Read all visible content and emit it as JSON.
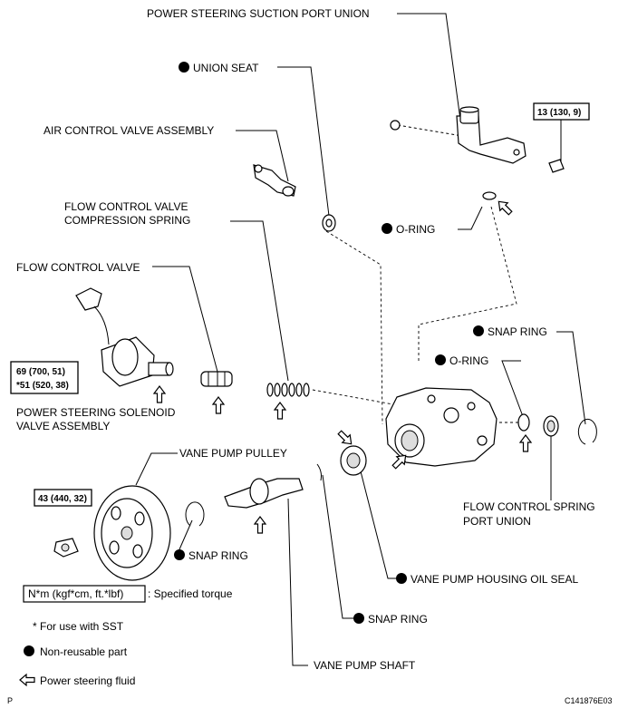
{
  "labels": {
    "suction_port_union": "POWER STEERING SUCTION PORT UNION",
    "union_seat": "UNION SEAT",
    "air_control_valve": "AIR CONTROL VALVE ASSEMBLY",
    "flow_spring_1": "FLOW CONTROL VALVE",
    "flow_spring_2": "COMPRESSION SPRING",
    "o_ring_top": "O-RING",
    "flow_control_valve": "FLOW CONTROL VALVE",
    "snap_ring_right": "SNAP RING",
    "o_ring_mid": "O-RING",
    "solenoid_1": "POWER STEERING SOLENOID",
    "solenoid_2": "VALVE ASSEMBLY",
    "vane_pump_pulley": "VANE PUMP PULLEY",
    "spring_port_union_1": "FLOW CONTROL SPRING",
    "spring_port_union_2": "PORT UNION",
    "snap_ring_pulley": "SNAP RING",
    "housing_oil_seal": "VANE PUMP HOUSING OIL SEAL",
    "snap_ring_shaft": "SNAP RING",
    "vane_pump_shaft": "VANE PUMP SHAFT"
  },
  "torques": {
    "suction_bolt": "13 (130, 9)",
    "solenoid_a": "69 (700, 51)",
    "solenoid_b": "*51 (520, 38)",
    "pulley_nut": "43 (440, 32)"
  },
  "legend": {
    "torque_box": "N*m (kgf*cm, ft.*lbf)",
    "torque_text": ": Specified torque",
    "sst_note": "* For use with SST",
    "non_reusable": "Non-reusable part",
    "fluid": "Power steering fluid"
  },
  "footer": {
    "left": "P",
    "code": "C141876E03"
  },
  "icons": {
    "non_reusable_marker": "filled-circle-icon",
    "fluid_marker": "hollow-arrow-left-icon"
  }
}
